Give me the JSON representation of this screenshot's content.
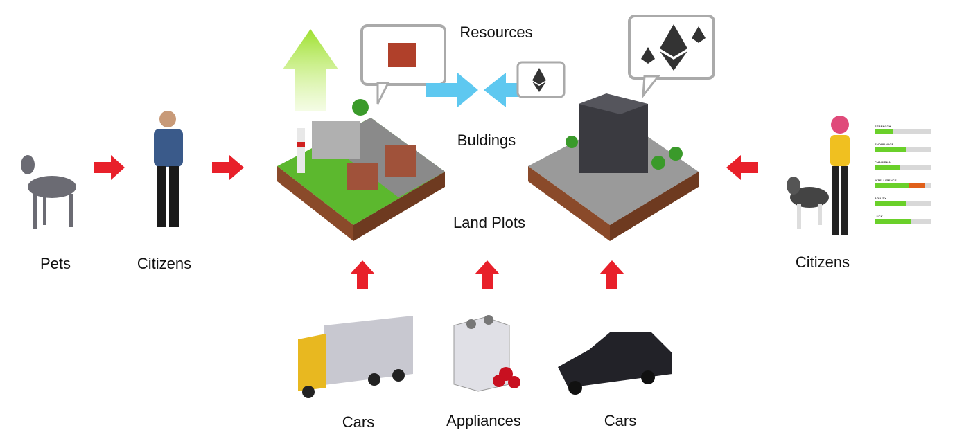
{
  "labels": {
    "pets": "Pets",
    "citizens_left": "Citizens",
    "resources": "Resources",
    "buildings": "Buldings",
    "land_plots": "Land Plots",
    "citizens_right": "Citizens",
    "cars_left": "Cars",
    "appliances": "Appliances",
    "cars_right": "Cars"
  },
  "stats": [
    {
      "name": "STRENGTH",
      "value": 0.33
    },
    {
      "name": "ENDURANCE",
      "value": 0.55
    },
    {
      "name": "CHARISMA",
      "value": 0.45
    },
    {
      "name": "INTELLIGENCE",
      "value": 0.6,
      "extra": 0.3
    },
    {
      "name": "AGILITY",
      "value": 0.55
    },
    {
      "name": "LUCK",
      "value": 0.65
    }
  ],
  "colors": {
    "arrow_red": "#e8202a",
    "arrow_blue": "#5ec8f0",
    "arrow_green": "#a8e83a",
    "soil": "#8a4a2a",
    "grass": "#5cb82e",
    "road": "#8a8a8a"
  }
}
